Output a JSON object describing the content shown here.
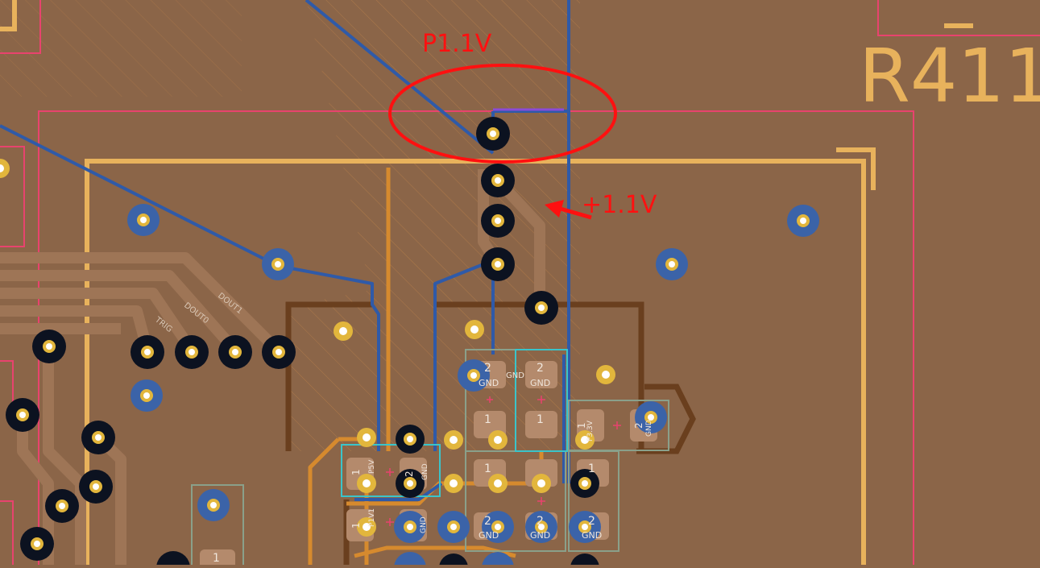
{
  "annotations": {
    "p11v_label": "P1.1V",
    "plus11v_label": "+1.1V"
  },
  "silkscreen": {
    "ref_r411": "R411",
    "net_dout1": "DOUT1",
    "net_dout0": "DOUT0",
    "net_trig": "TRIG"
  },
  "pads": {
    "gnd": "GND",
    "p3v3": "P3.3V",
    "p5v": "P5V",
    "p1v1": "P1V1",
    "pin1": "1",
    "pin2": "2"
  },
  "colors": {
    "board": "#8b6548",
    "copper_front_track": "#d68a2e",
    "copper_back_track": "#2f5aa8",
    "courtyard_pink": "#e8436e",
    "silkscreen_yellow": "#e8b25c",
    "via_pad_gold": "#e2b63c",
    "annotation_red": "#ff1010"
  }
}
